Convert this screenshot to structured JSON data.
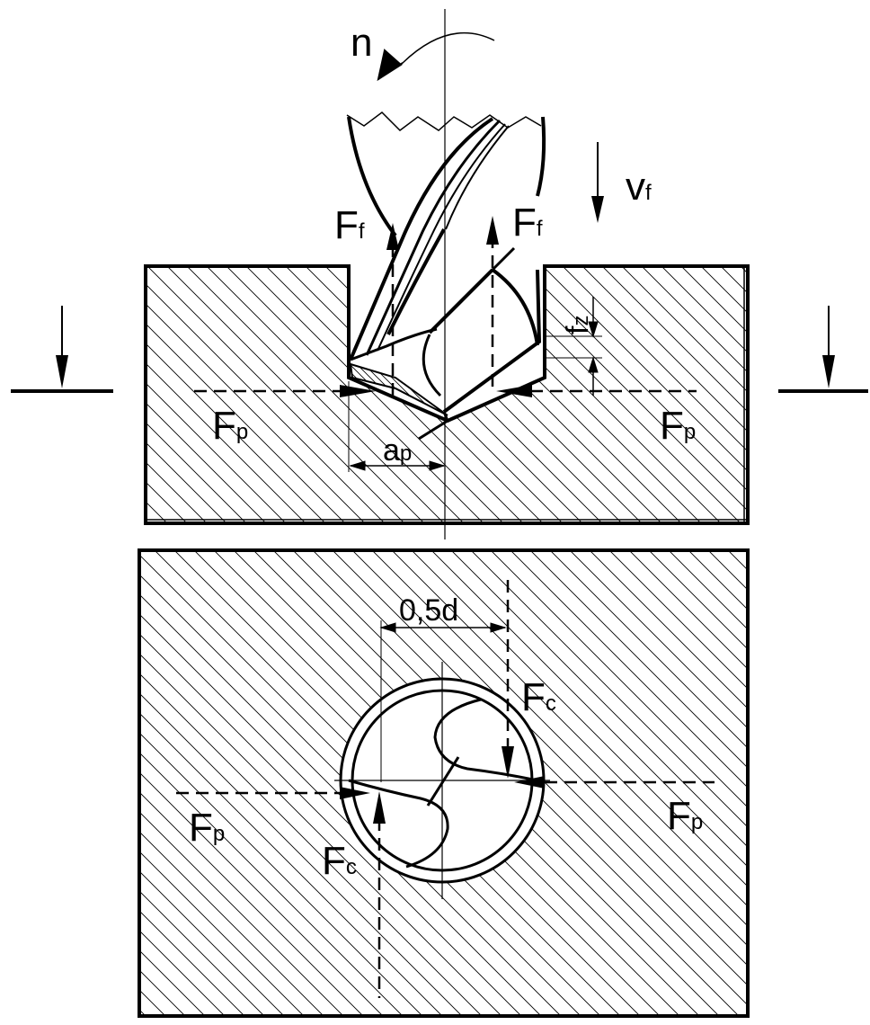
{
  "diagram": {
    "labels": {
      "rotation": "n",
      "feed_velocity": "v",
      "feed_velocity_sub": "f",
      "feed_force_left": "F",
      "feed_force_left_sub": "f",
      "feed_force_right": "F",
      "feed_force_right_sub": "f",
      "feed_per_tooth": "f",
      "feed_per_tooth_sub": "z",
      "passive_force_left": "F",
      "passive_force_left_sub": "p",
      "passive_force_right": "F",
      "passive_force_right_sub": "p",
      "depth_of_cut": "a",
      "depth_of_cut_sub": "p",
      "half_diameter": "0,5d",
      "cutting_force_right": "F",
      "cutting_force_right_sub": "c",
      "cutting_force_left": "F",
      "cutting_force_left_sub": "c",
      "passive_force_bottom_left": "F",
      "passive_force_bottom_left_sub": "p",
      "passive_force_bottom_right": "F",
      "passive_force_bottom_right_sub": "p"
    },
    "colors": {
      "ink": "#000000",
      "paper": "#ffffff"
    }
  }
}
